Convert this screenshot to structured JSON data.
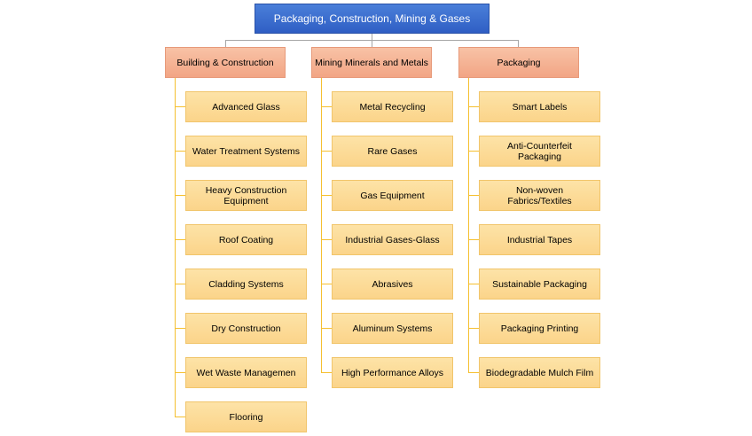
{
  "root": {
    "label": "Packaging, Construction, Mining & Gases",
    "color": "#3a6cd0"
  },
  "categories": [
    {
      "label": "Building & Construction",
      "children": [
        "Advanced Glass",
        "Water Treatment Systems",
        "Heavy Construction Equipment",
        "Roof Coating",
        "Cladding Systems",
        "Dry Construction",
        "Wet Waste Managemen",
        "Flooring"
      ]
    },
    {
      "label": "Mining Minerals and Metals",
      "children": [
        "Metal Recycling",
        "Rare Gases",
        "Gas Equipment",
        "Industrial Gases-Glass",
        "Abrasives",
        "Aluminum Systems",
        "High Performance Alloys"
      ]
    },
    {
      "label": "Packaging",
      "children": [
        "Smart Labels",
        "Anti-Counterfeit Packaging",
        "Non-woven Fabrics/Textiles",
        "Industrial Tapes",
        "Sustainable Packaging",
        "Packaging Printing",
        "Biodegradable Mulch Film"
      ]
    }
  ]
}
